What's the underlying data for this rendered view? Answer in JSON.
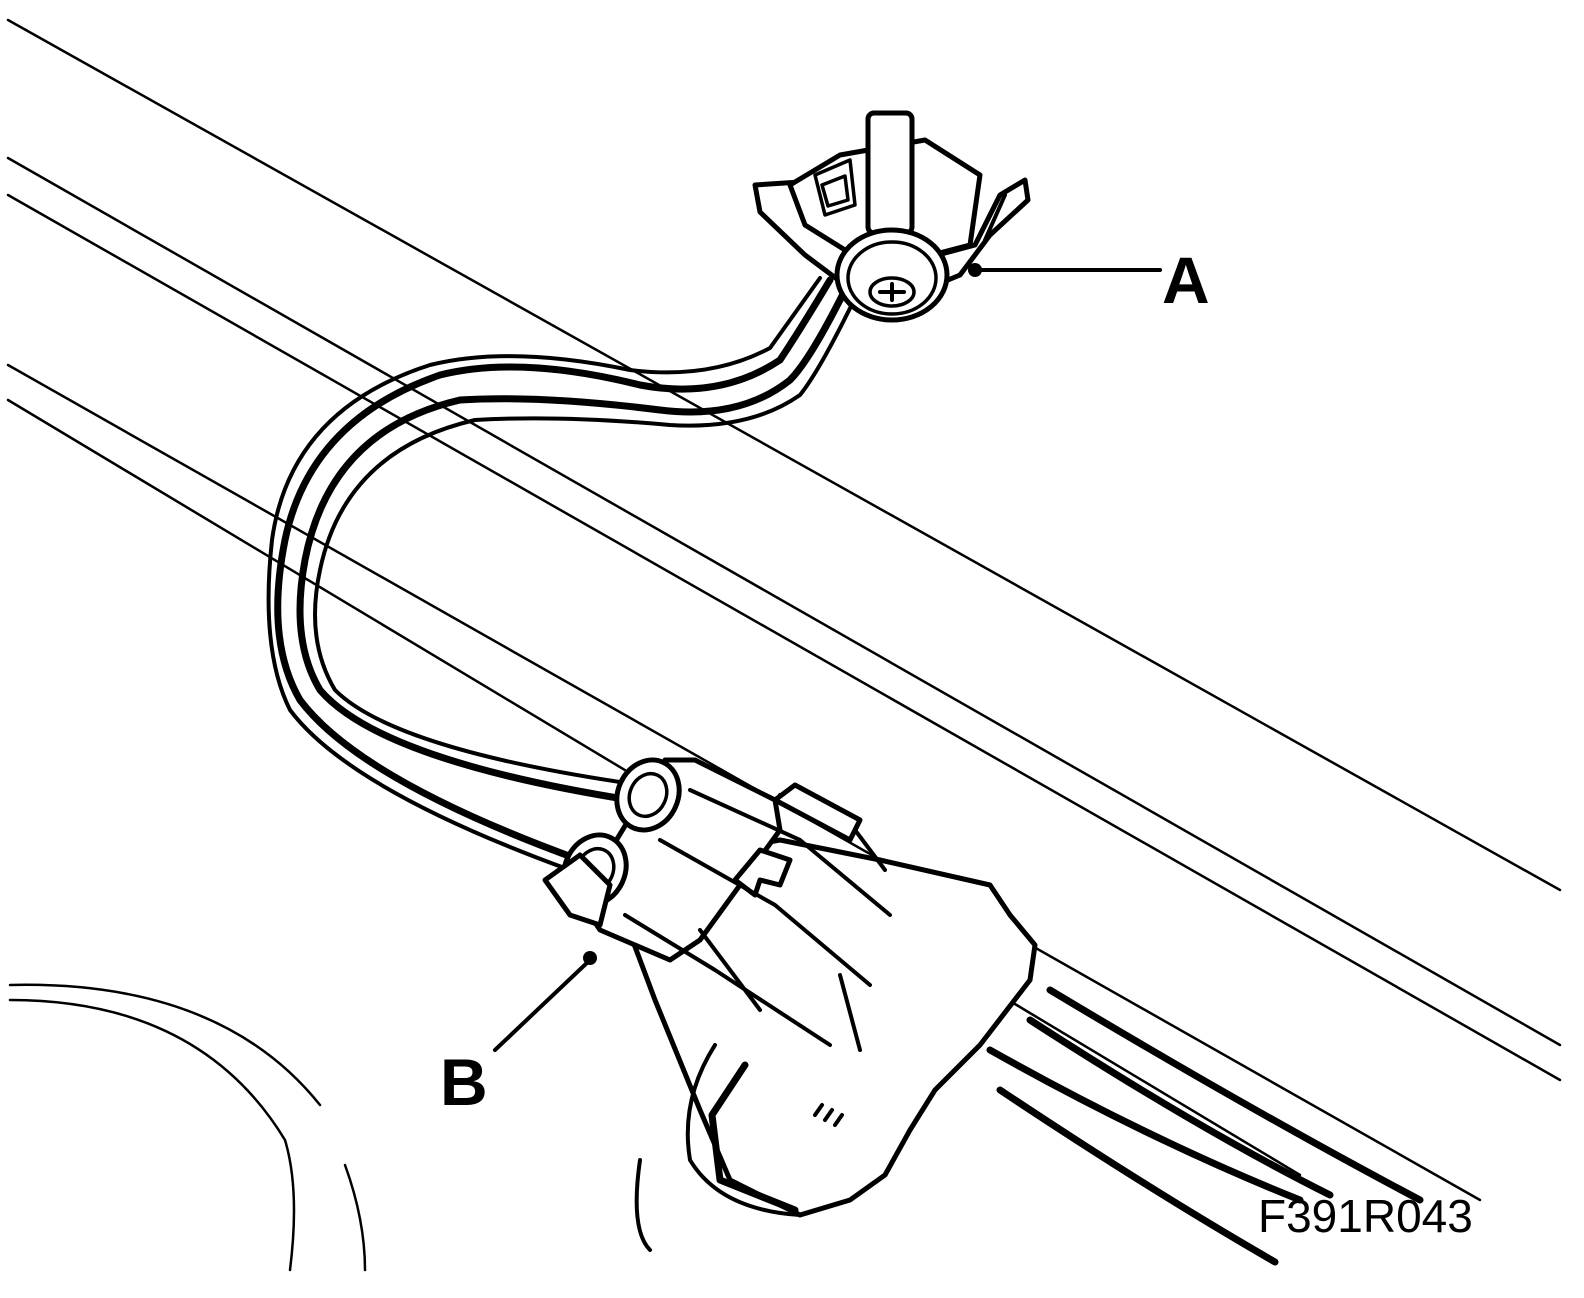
{
  "figure": {
    "code": "F391R043"
  },
  "callouts": [
    {
      "id": "A",
      "text": "A",
      "points_to": "sensor-clip"
    },
    {
      "id": "B",
      "text": "B",
      "points_to": "connector"
    }
  ]
}
